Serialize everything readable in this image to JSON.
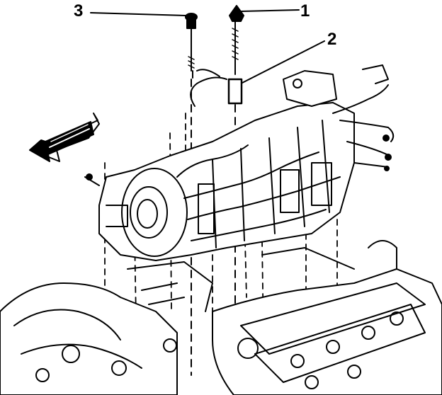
{
  "callouts": [
    {
      "label": "1",
      "part": "stud"
    },
    {
      "label": "2",
      "part": "spacer"
    },
    {
      "label": "3",
      "part": "bolt"
    }
  ],
  "colors": {
    "ink": "#000000",
    "paper": "#ffffff"
  },
  "icons": [
    "direction-arrow-icon"
  ]
}
